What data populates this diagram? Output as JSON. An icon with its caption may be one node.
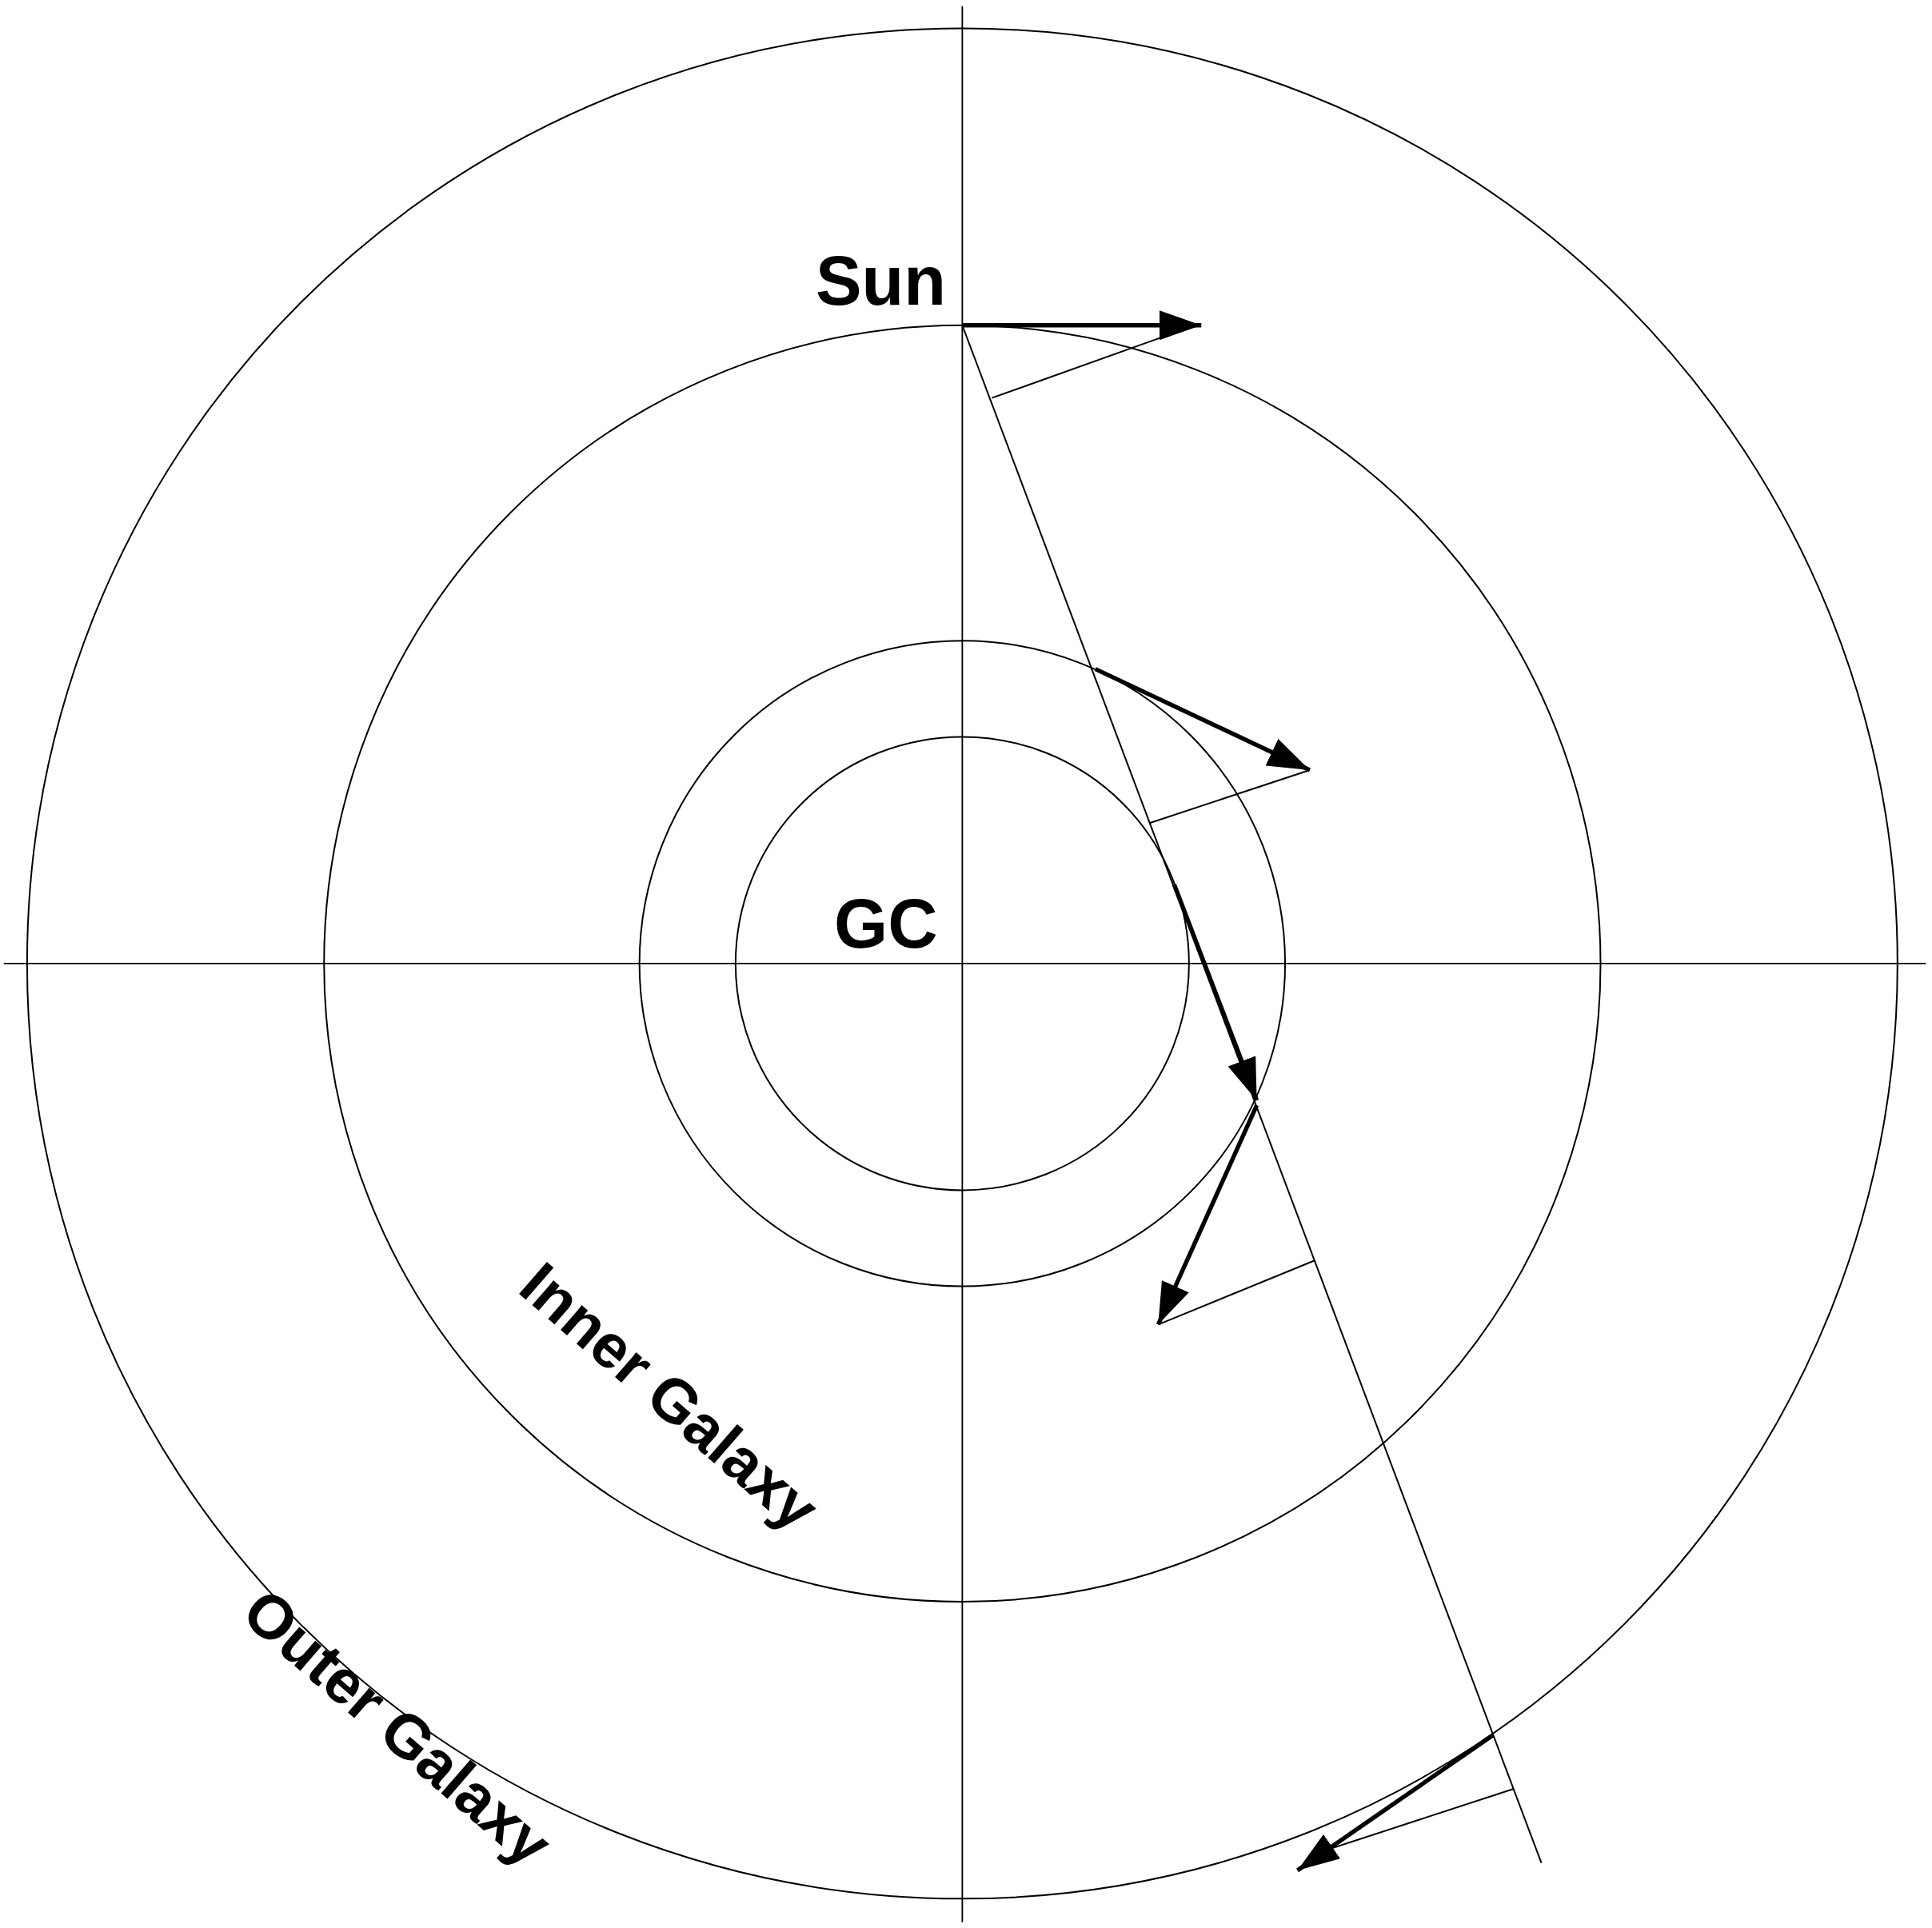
{
  "diagram": {
    "labels": [
      "Sun",
      "GC",
      "Inner Galaxy",
      "Outer Galaxy"
    ]
  }
}
